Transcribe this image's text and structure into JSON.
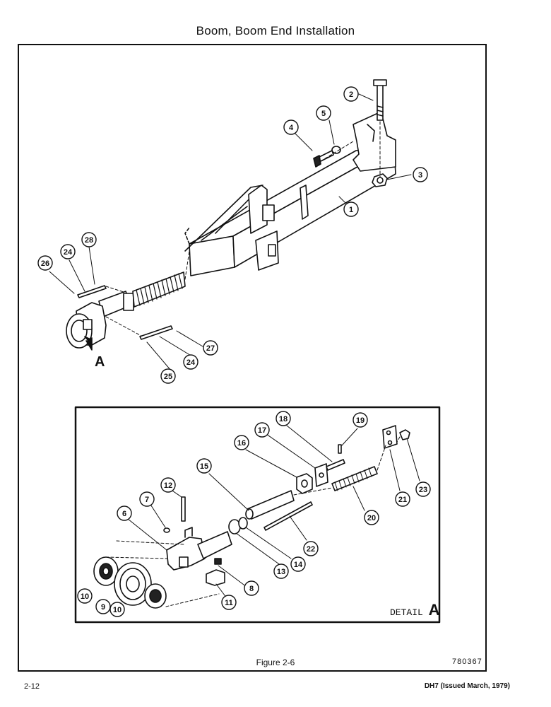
{
  "title": "Boom, Boom End Installation",
  "figure_caption": "Figure 2-6",
  "drawing_number": "780367",
  "page_number": "2-12",
  "document_reference": "DH7 (Issued March, 1979)",
  "detail": {
    "label_word": "DETAIL",
    "label_letter": "A"
  },
  "view_marker": "A",
  "main_callouts": [
    "1",
    "2",
    "3",
    "4",
    "5",
    "24",
    "25",
    "26",
    "27",
    "28"
  ],
  "detail_callouts": [
    "6",
    "7",
    "8",
    "9",
    "10",
    "11",
    "12",
    "13",
    "14",
    "15",
    "16",
    "17",
    "18",
    "19",
    "20",
    "21",
    "22",
    "23"
  ]
}
